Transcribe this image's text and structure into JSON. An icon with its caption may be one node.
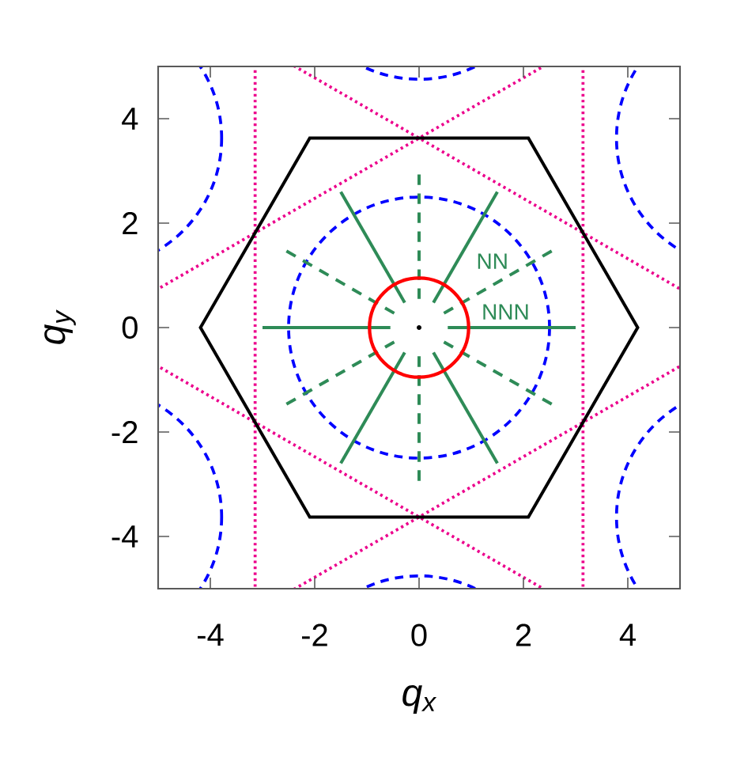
{
  "diagram": {
    "labels": [
      "4",
      "2",
      "0",
      "-2",
      "-4",
      "-4",
      "-2",
      "0",
      "2",
      "4",
      "q$_{x}$",
      "q$_{y}$",
      "NN",
      "NNN"
    ]
  }
}
